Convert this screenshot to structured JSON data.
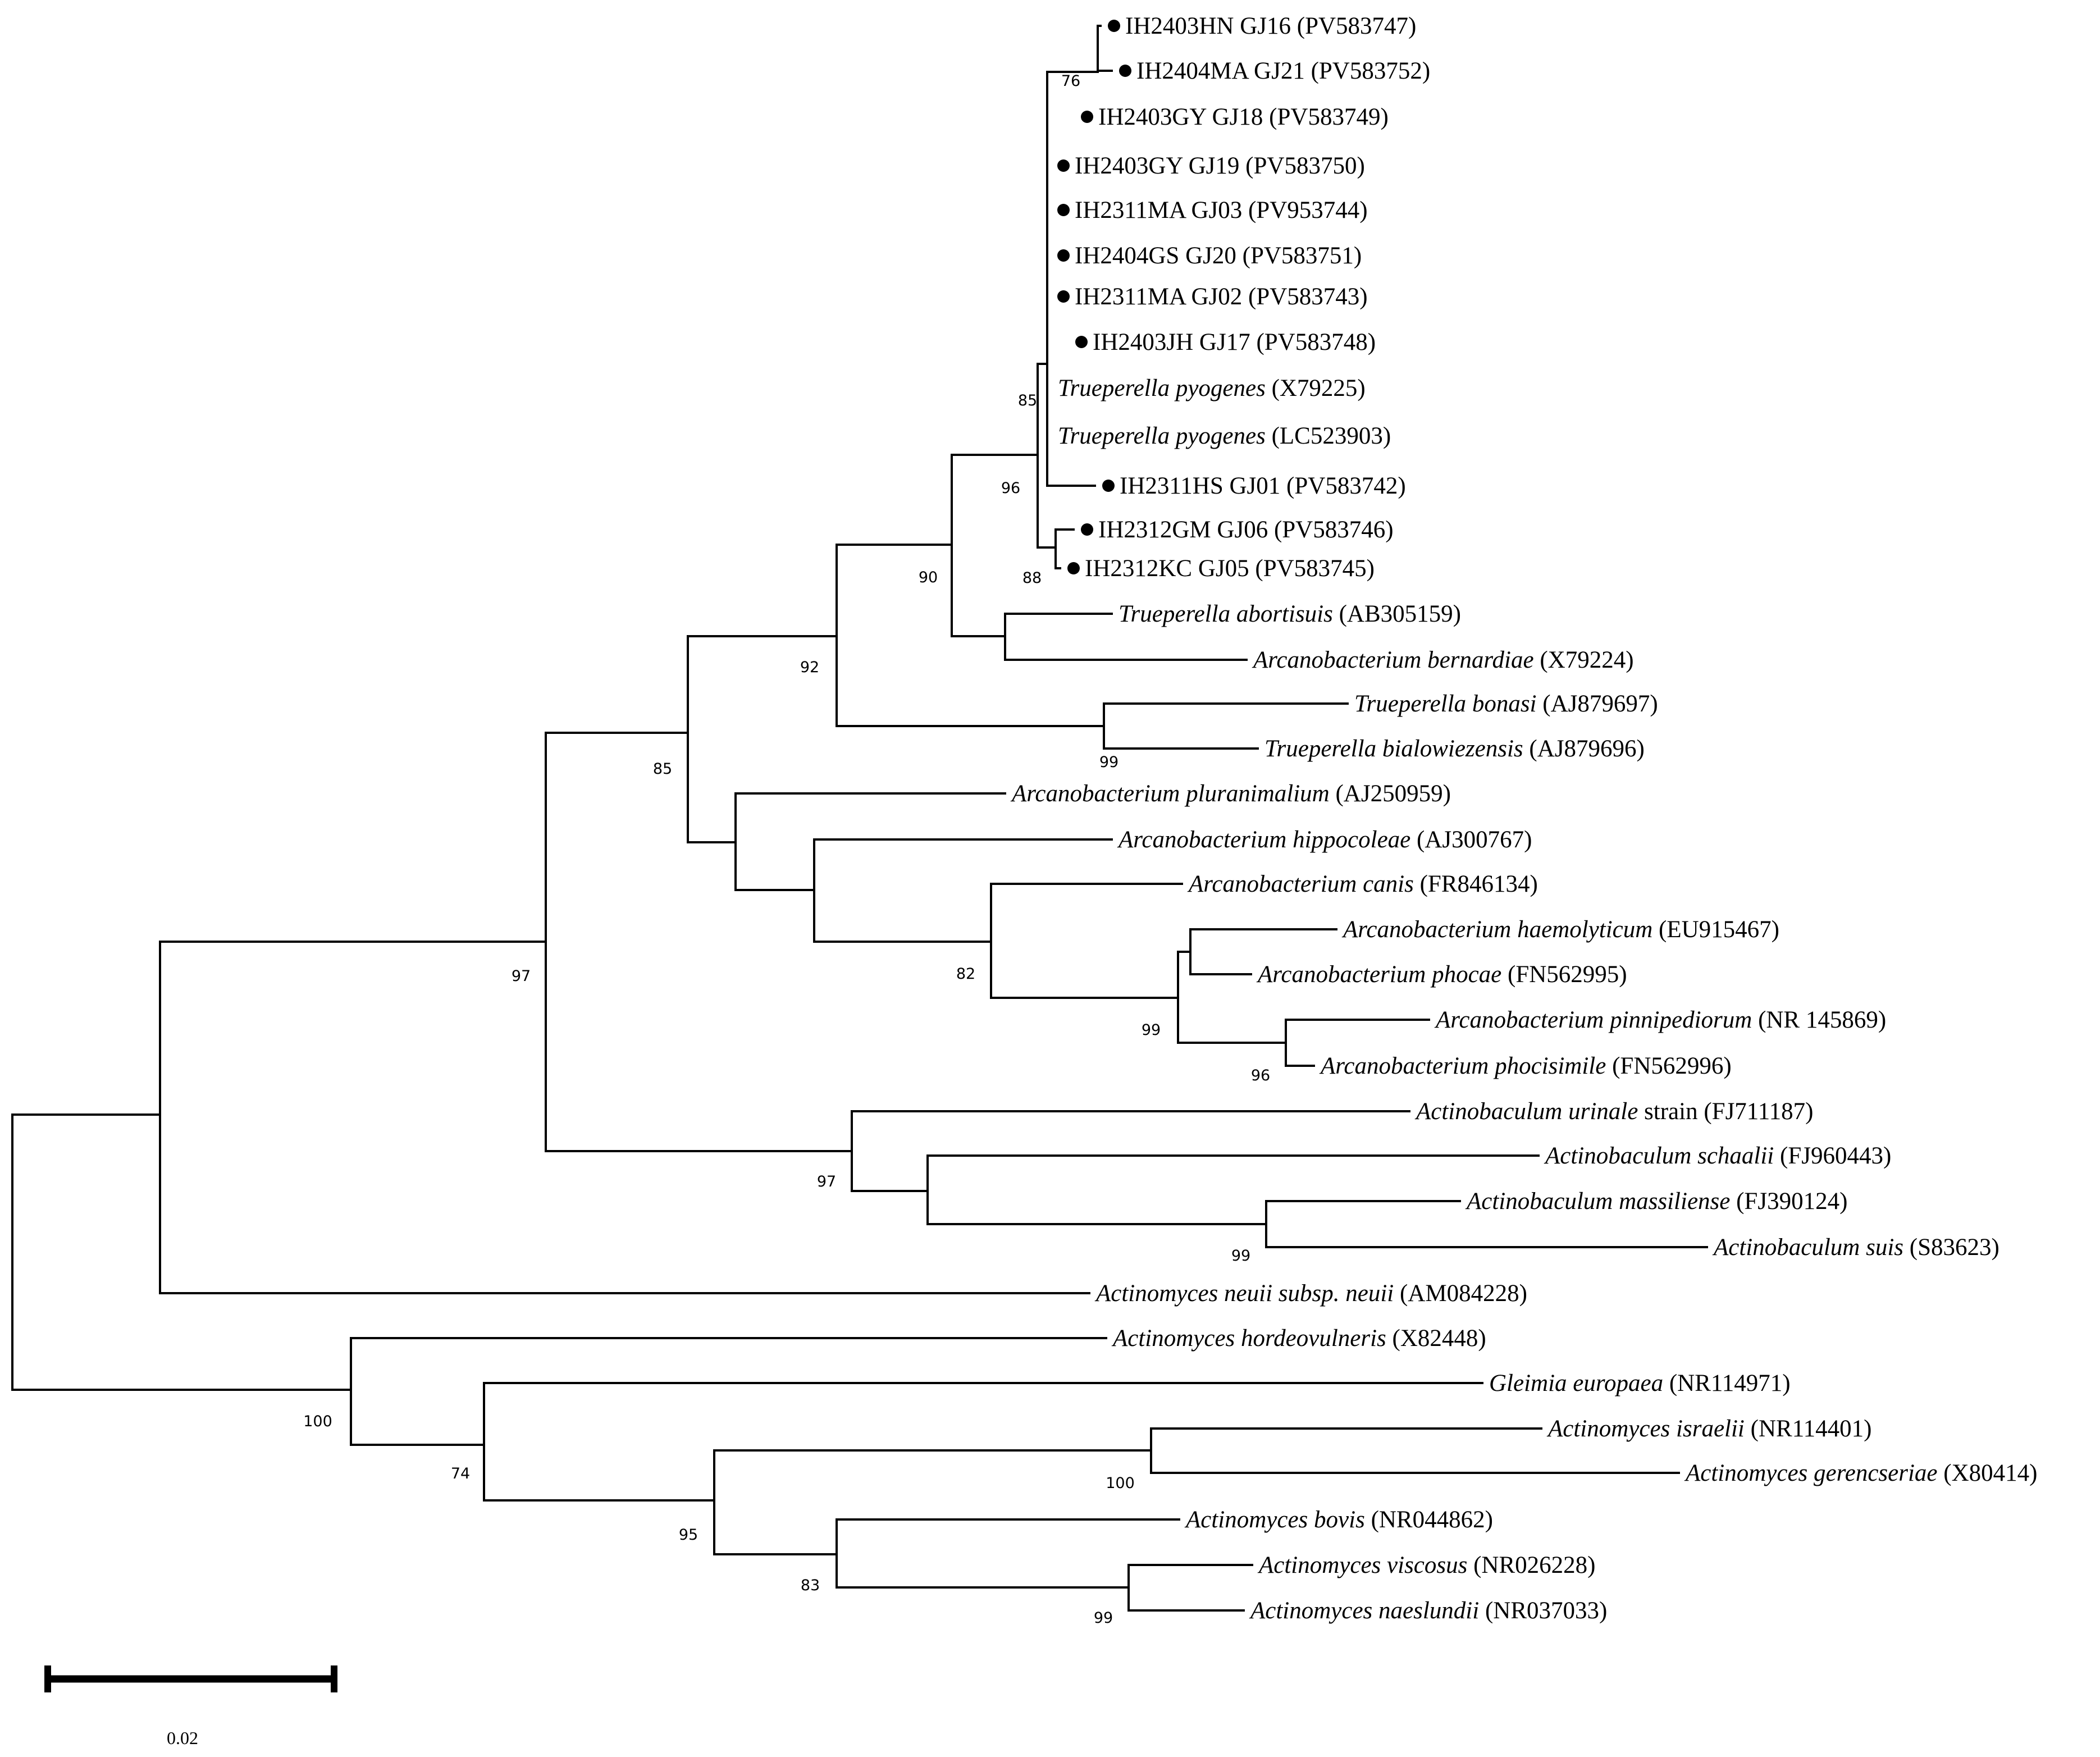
{
  "figure": {
    "type": "phylogenetic-tree",
    "line_color": "#000000",
    "marker": "filled-circle",
    "scale_bar": {
      "label": "0.02",
      "length": 0.02
    }
  },
  "leaves": [
    {
      "id": "l1",
      "marked": true,
      "italic": "",
      "plain": "IH2403HN GJ16 (PV583747)"
    },
    {
      "id": "l2",
      "marked": true,
      "italic": "",
      "plain": "IH2404MA GJ21 (PV583752)"
    },
    {
      "id": "l3",
      "marked": true,
      "italic": "",
      "plain": "IH2403GY GJ18 (PV583749)"
    },
    {
      "id": "l4",
      "marked": true,
      "italic": "",
      "plain": "IH2403GY GJ19 (PV583750)"
    },
    {
      "id": "l5",
      "marked": true,
      "italic": "",
      "plain": "IH2311MA GJ03 (PV953744)"
    },
    {
      "id": "l6",
      "marked": true,
      "italic": "",
      "plain": "IH2404GS GJ20 (PV583751)"
    },
    {
      "id": "l7",
      "marked": true,
      "italic": "",
      "plain": "IH2311MA GJ02 (PV583743)"
    },
    {
      "id": "l8",
      "marked": true,
      "italic": "",
      "plain": "IH2403JH GJ17 (PV583748)"
    },
    {
      "id": "l9",
      "marked": false,
      "italic": "Trueperella pyogenes",
      "plain": " (X79225)"
    },
    {
      "id": "l10",
      "marked": false,
      "italic": "Trueperella pyogenes",
      "plain": " (LC523903)"
    },
    {
      "id": "l11",
      "marked": true,
      "italic": "",
      "plain": "IH2311HS GJ01 (PV583742)"
    },
    {
      "id": "l12",
      "marked": true,
      "italic": "",
      "plain": "IH2312GM GJ06 (PV583746)"
    },
    {
      "id": "l13",
      "marked": true,
      "italic": "",
      "plain": "IH2312KC GJ05 (PV583745)"
    },
    {
      "id": "l14",
      "marked": false,
      "italic": "Trueperella abortisuis",
      "plain": " (AB305159)"
    },
    {
      "id": "l15",
      "marked": false,
      "italic": "Arcanobacterium bernardiae",
      "plain": " (X79224)"
    },
    {
      "id": "l16",
      "marked": false,
      "italic": "Trueperella bonasi",
      "plain": " (AJ879697)"
    },
    {
      "id": "l17",
      "marked": false,
      "italic": "Trueperella bialowiezensis",
      "plain": " (AJ879696)"
    },
    {
      "id": "l18",
      "marked": false,
      "italic": "Arcanobacterium pluranimalium",
      "plain": " (AJ250959)"
    },
    {
      "id": "l19",
      "marked": false,
      "italic": "Arcanobacterium hippocoleae",
      "plain": " (AJ300767)"
    },
    {
      "id": "l20",
      "marked": false,
      "italic": "Arcanobacterium canis",
      "plain": " (FR846134)"
    },
    {
      "id": "l21",
      "marked": false,
      "italic": "Arcanobacterium haemolyticum",
      "plain": " (EU915467)"
    },
    {
      "id": "l22",
      "marked": false,
      "italic": "Arcanobacterium phocae",
      "plain": " (FN562995)"
    },
    {
      "id": "l23",
      "marked": false,
      "italic": "Arcanobacterium pinnipediorum",
      "plain": " (NR 145869)"
    },
    {
      "id": "l24",
      "marked": false,
      "italic": "Arcanobacterium phocisimile",
      "plain": " (FN562996)"
    },
    {
      "id": "l25",
      "marked": false,
      "italic": "Actinobaculum urinale",
      "plain": " strain (FJ711187)"
    },
    {
      "id": "l26",
      "marked": false,
      "italic": "Actinobaculum schaalii",
      "plain": " (FJ960443)"
    },
    {
      "id": "l27",
      "marked": false,
      "italic": "Actinobaculum massiliense",
      "plain": " (FJ390124)"
    },
    {
      "id": "l28",
      "marked": false,
      "italic": "Actinobaculum suis",
      "plain": " (S83623)"
    },
    {
      "id": "l29",
      "marked": false,
      "italic": "Actinomyces neuii subsp. neuii",
      "plain": " (AM084228)"
    },
    {
      "id": "l30",
      "marked": false,
      "italic": "Actinomyces hordeovulneris",
      "plain": " (X82448)"
    },
    {
      "id": "l31",
      "marked": false,
      "italic": "Gleimia europaea",
      "plain": " (NR114971)"
    },
    {
      "id": "l32",
      "marked": false,
      "italic": "Actinomyces israelii",
      "plain": " (NR114401)"
    },
    {
      "id": "l33",
      "marked": false,
      "italic": "Actinomyces gerencseriae",
      "plain": " (X80414)"
    },
    {
      "id": "l34",
      "marked": false,
      "italic": "Actinomyces bovis",
      "plain": " (NR044862)"
    },
    {
      "id": "l35",
      "marked": false,
      "italic": "Actinomyces viscosus",
      "plain": " (NR026228)"
    },
    {
      "id": "l36",
      "marked": false,
      "italic": "Actinomyces naeslundii",
      "plain": " (NR037033)"
    }
  ],
  "bootstrap": [
    {
      "node": "n_gj16_gj21",
      "value": "76"
    },
    {
      "node": "n_pyogenes_core",
      "value": "85"
    },
    {
      "node": "n_pyogenes_all",
      "value": "96"
    },
    {
      "node": "n_gj06_gj05",
      "value": "88"
    },
    {
      "node": "n_trueperella_a",
      "value": "90"
    },
    {
      "node": "n_trueperella_b",
      "value": "92"
    },
    {
      "node": "n_bonasi_bialow",
      "value": "99"
    },
    {
      "node": "n_arcano_main",
      "value": "85"
    },
    {
      "node": "n_canis_group",
      "value": "82"
    },
    {
      "node": "n_phocae_group",
      "value": "99"
    },
    {
      "node": "n_pinni_phocis",
      "value": "96"
    },
    {
      "node": "n_ingroup",
      "value": "97"
    },
    {
      "node": "n_actinobaculum",
      "value": "97"
    },
    {
      "node": "n_massil_suis",
      "value": "99"
    },
    {
      "node": "n_outgroup",
      "value": "100"
    },
    {
      "node": "n_gleimia_group",
      "value": "74"
    },
    {
      "node": "n_israelii_gerenc",
      "value": "100"
    },
    {
      "node": "n_actinomyces_core",
      "value": "95"
    },
    {
      "node": "n_bovis_group",
      "value": "83"
    },
    {
      "node": "n_visc_naes",
      "value": "99"
    }
  ]
}
